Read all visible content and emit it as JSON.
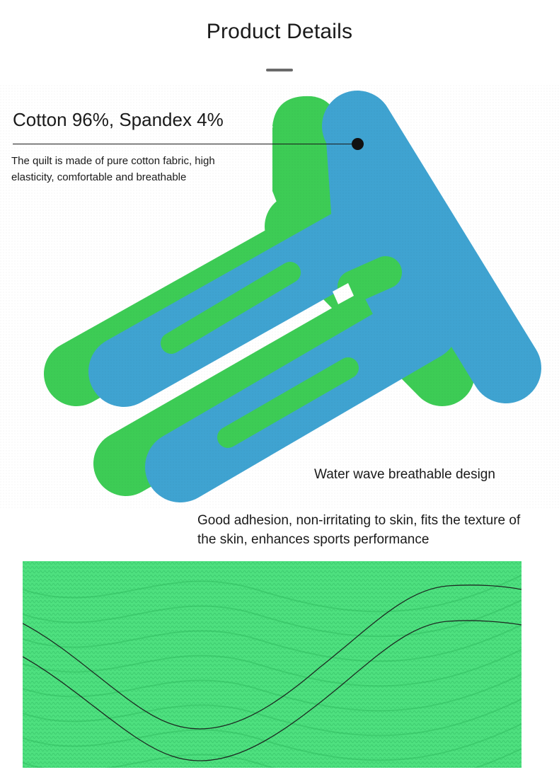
{
  "page": {
    "title": "Product Details"
  },
  "material": {
    "heading": "Cotton 96%, Spandex 4%",
    "description": "The quilt is made of pure cotton fabric, high elasticity, comfortable and breathable"
  },
  "features": {
    "wave_design_label": "Water wave breathable design",
    "adhesion_description": "Good adhesion, non-irritating to skin, fits the texture of the skin, enhances sports performance"
  },
  "colors": {
    "green_tape": "#3dcc55",
    "blue_tape": "#3fa3d1",
    "texture_green": "#4ee07f",
    "title_underline": "#6a6a6a"
  },
  "icons": {
    "callout_marker": "callout-dot-icon"
  }
}
